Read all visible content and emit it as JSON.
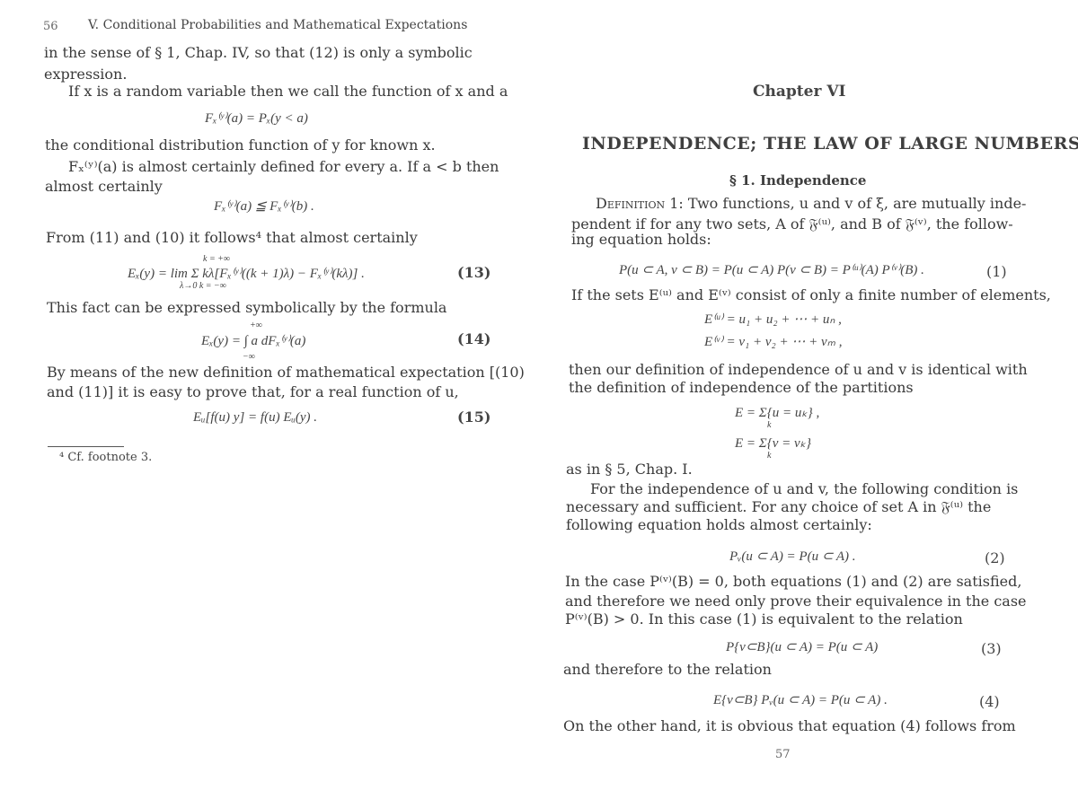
{
  "left_page": {
    "page_number": "56",
    "running_header": "V. Conditional Probabilities and Mathematical Expectations",
    "lines": [
      "in the sense of § 1, Chap. IV, so that (12) is only a symbolic",
      "expression.",
      "If x is a random variable then we call the function of x and a",
      "the conditional distribution function of y for known x.",
      "Fₓ⁽ʸ⁾(a) is almost certainly defined for every a. If a < b then",
      "almost certainly",
      "From (11) and (10) it follows⁴ that almost certainly",
      "This fact can be expressed symbolically by the formula",
      "By means of the new definition of mathematical expectation [(10)",
      "and (11)] it is easy to prove that, for a real function of u,"
    ],
    "equations": {
      "cond_dist": "Fₓ⁽ʸ⁾(a) = Pₓ(y < a)",
      "monotone": "Fₓ⁽ʸ⁾(a) ≦ Fₓ⁽ʸ⁾(b) .",
      "eq13": "Eₓ(y) = lim Σ kλ[Fₓ⁽ʸ⁾((k + 1)λ) − Fₓ⁽ʸ⁾(kλ)] .",
      "eq13_sum_upper": "k = +∞",
      "eq13_sum_lower": "λ→0  k = −∞",
      "eq14": "Eₓ(y) = ∫ a dFₓ⁽ʸ⁾(a)",
      "eq14_upper": "+∞",
      "eq14_lower": "−∞",
      "eq15": "Eᵤ[f(u) y] = f(u) Eᵤ(y) ."
    },
    "equation_numbers": {
      "eq13": "(13)",
      "eq14": "(14)",
      "eq15": "(15)"
    },
    "footnote": "⁴ Cf. footnote 3."
  },
  "right_page": {
    "page_number": "57",
    "chapter": "Chapter VI",
    "title": "INDEPENDENCE; THE LAW OF LARGE NUMBERS",
    "section": "§ 1. Independence",
    "definition_label": "Definition 1",
    "lines": [
      ": Two functions, u and v of ξ, are mutually inde-",
      "pendent if for any two sets, A of 𝔉⁽ᵘ⁾, and B of 𝔉⁽ᵛ⁾, the follow-",
      "ing equation holds:",
      "If the sets E⁽ᵘ⁾ and E⁽ᵛ⁾ consist of only a finite number of elements,",
      "then our definition of independence of u and v is identical with",
      "the definition of independence of the partitions",
      "as in § 5, Chap. I.",
      "For the independence of u and v, the following condition is",
      "necessary and sufficient. For any choice of set A in 𝔉⁽ᵘ⁾ the",
      "following equation holds almost certainly:",
      "In the case P⁽ᵛ⁾(B) = 0, both equations (1) and (2) are satisfied,",
      "and therefore we need only prove their equivalence in the case",
      "P⁽ᵛ⁾(B) > 0. In this case (1) is equivalent to the relation",
      "and therefore to the relation",
      "On the other hand, it is obvious that equation (4) follows from"
    ],
    "equations": {
      "eq1": "P(u ⊂ A, v ⊂ B) = P(u ⊂ A) P(v ⊂ B) = P⁽ᵘ⁾(A) P⁽ᵛ⁾(B) .",
      "Eu": "E⁽ᵘ⁾ = u₁ + u₂ + ⋯ + uₙ ,",
      "Ev": "E⁽ᵛ⁾ = v₁ + v₂ + ⋯ + vₘ ,",
      "part_u": "E = Σ{u = uₖ} ,",
      "part_v": "E = Σ{v = vₖ}",
      "sum_index": "k",
      "eq2": "Pᵥ(u ⊂ A) = P(u ⊂ A) .",
      "eq3": "P{v⊂B}(u ⊂ A) = P(u ⊂ A)",
      "eq4": "E{v⊂B} Pᵥ(u ⊂ A) = P(u ⊂ A) ."
    },
    "equation_numbers": {
      "eq1": "(1)",
      "eq2": "(2)",
      "eq3": "(3)",
      "eq4": "(4)"
    }
  }
}
